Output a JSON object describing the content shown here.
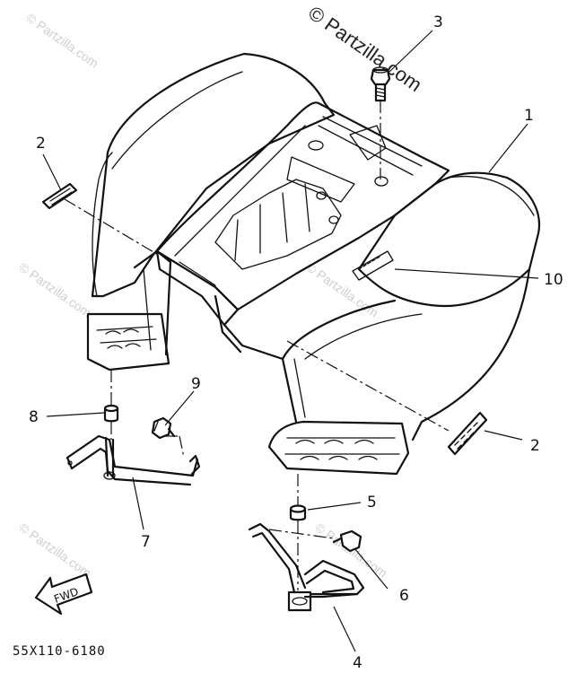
{
  "watermarks": {
    "main": "© Partzilla.com",
    "faint": "© Partzilla.com"
  },
  "callouts": {
    "c1": "1",
    "c2a": "2",
    "c2b": "2",
    "c3": "3",
    "c4": "4",
    "c5": "5",
    "c6": "6",
    "c7": "7",
    "c8": "8",
    "c9": "9",
    "c10": "10"
  },
  "fwd_label": "FWD",
  "part_code": "55X110-6180",
  "colors": {
    "ink": "#111111",
    "watermark": "#cfcfcf",
    "background": "#ffffff"
  }
}
